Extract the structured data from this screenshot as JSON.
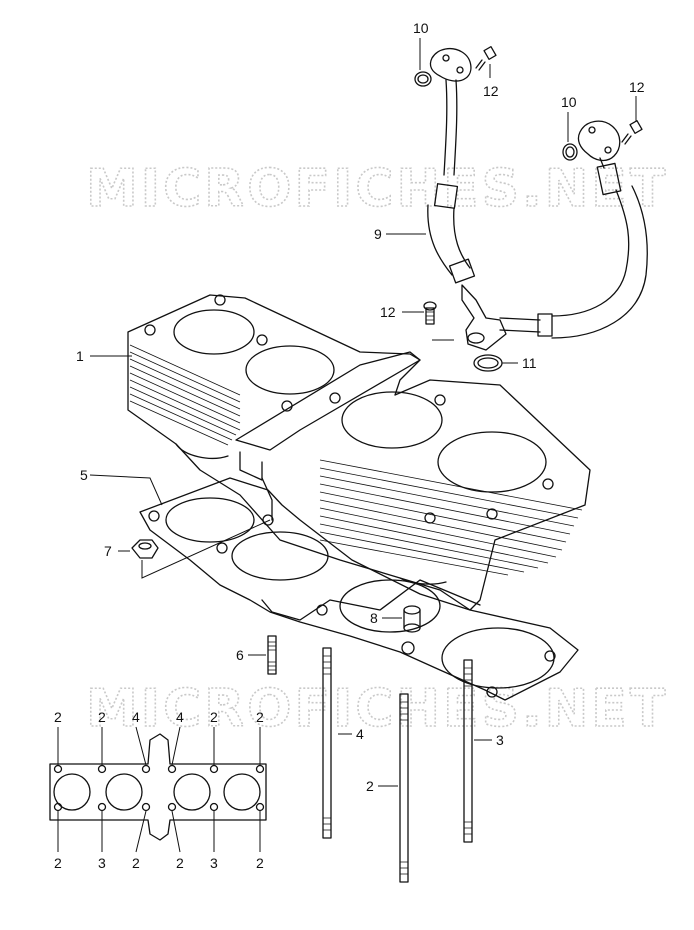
{
  "watermark": "MICROFICHES.NET",
  "callouts": {
    "c1": "1",
    "c2_stud": "2",
    "c3_stud": "3",
    "c4_stud": "4",
    "c5": "5",
    "c6": "6",
    "c7": "7",
    "c8": "8",
    "c9": "9",
    "c10_left": "10",
    "c10_right": "10",
    "c11": "11",
    "c12_top": "12",
    "c12_right": "12",
    "c12_mid": "12"
  },
  "stud_map": {
    "top_row": [
      "2",
      "2",
      "4",
      "4",
      "2",
      "2"
    ],
    "bottom_row": [
      "2",
      "3",
      "2",
      "2",
      "3",
      "2"
    ]
  }
}
